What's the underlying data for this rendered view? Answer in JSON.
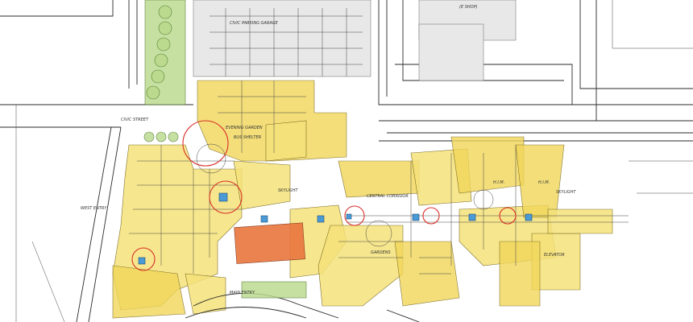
{
  "labels": {
    "garage": "CIVIC PARKING GARAGE",
    "civic_street": "CIVIC STREET",
    "evening_garden": "EVENING GARDEN",
    "bus_shelter": "BUS SHELTER",
    "corridor": "CENTRAL CORRIDOR",
    "skylight": "SKYLIGHT",
    "skylight_2": "SKYLIGHT",
    "him": "H.I.M.",
    "him_2": "H.I.M.",
    "elevator": "ELEVATOR",
    "gardens": "GARDENS",
    "main_entry": "MAIN ENTRY",
    "west_entry": "WEST ENTRY",
    "corner_building": "(E SHOP)"
  },
  "colors": {
    "existing_building": "#f5e27a",
    "new_construction": "#e9763e",
    "landscape": "#b9d98a",
    "vertical_circulation": "#4a9ad6",
    "focus_circles": "#d9302a"
  }
}
